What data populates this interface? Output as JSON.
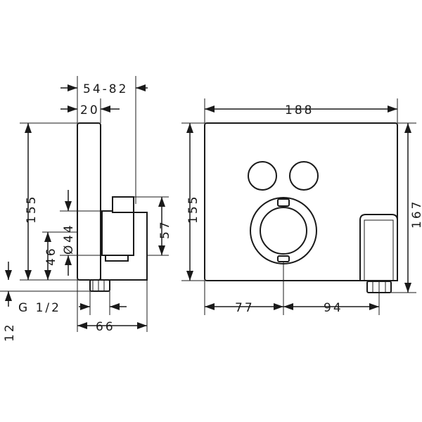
{
  "diagram": {
    "side_view": {
      "depth_range": "54-82",
      "cover_depth": "20",
      "height": "155",
      "connection_height": "44",
      "outlet_height": "46",
      "outlet_symbol": "Ø",
      "body_height": "57",
      "thread": "G 1/2",
      "offset": "12",
      "body_depth": "66"
    },
    "front_view": {
      "width": "188",
      "height": "155",
      "overall_height": "167",
      "left_offset": "77",
      "right_offset": "94"
    }
  }
}
